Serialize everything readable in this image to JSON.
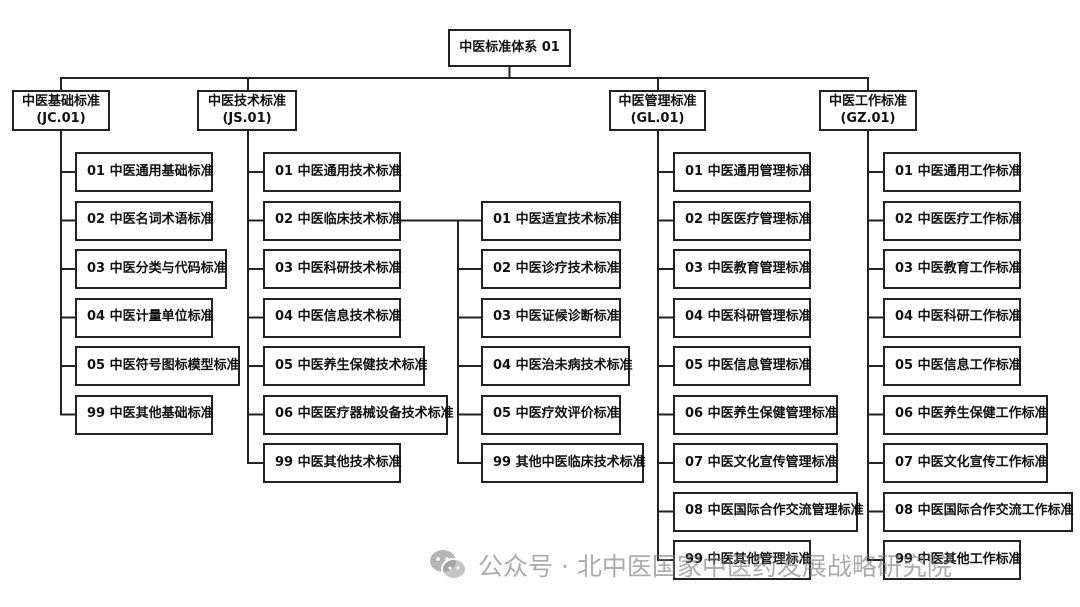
{
  "root": {
    "label": "中医标准体系 01"
  },
  "categories": [
    {
      "name": "中医基础标准",
      "code": "(JC.01)",
      "items": [
        "01 中医通用基础标准",
        "02 中医名词术语标准",
        "03 中医分类与代码标准",
        "04 中医计量单位标准",
        "05 中医符号图标模型标准",
        "99 中医其他基础标准"
      ]
    },
    {
      "name": "中医技术标准",
      "code": "(JS.01)",
      "items": [
        "01 中医通用技术标准",
        "02 中医临床技术标准",
        "03 中医科研技术标准",
        "04 中医信息技术标准",
        "05 中医养生保健技术标准",
        "06 中医医疗器械设备技术标准",
        "99 中医其他技术标准"
      ],
      "clinical_items": [
        "01 中医适宜技术标准",
        "02 中医诊疗技术标准",
        "03 中医证候诊断标准",
        "04 中医治未病技术标准",
        "05 中医疗效评价标准",
        "99 其他中医临床技术标准"
      ]
    },
    {
      "name": "中医管理标准",
      "code": "(GL.01)",
      "items": [
        "01 中医通用管理标准",
        "02 中医医疗管理标准",
        "03 中医教育管理标准",
        "04 中医科研管理标准",
        "05 中医信息管理标准",
        "06 中医养生保健管理标准",
        "07 中医文化宣传管理标准",
        "08 中医国际合作交流管理标准",
        "99 中医其他管理标准"
      ]
    },
    {
      "name": "中医工作标准",
      "code": "(GZ.01)",
      "items": [
        "01 中医通用工作标准",
        "02 中医医疗工作标准",
        "03 中医教育工作标准",
        "04 中医科研工作标准",
        "05 中医信息工作标准",
        "06 中医养生保健工作标准",
        "07 中医文化宣传工作标准",
        "08 中医国际合作交流工作标准",
        "99 中医其他工作标准"
      ]
    }
  ],
  "watermark": {
    "text": "公众号 · 北中医国家中医药发展战略研究院",
    "icon": "wechat-icon"
  }
}
